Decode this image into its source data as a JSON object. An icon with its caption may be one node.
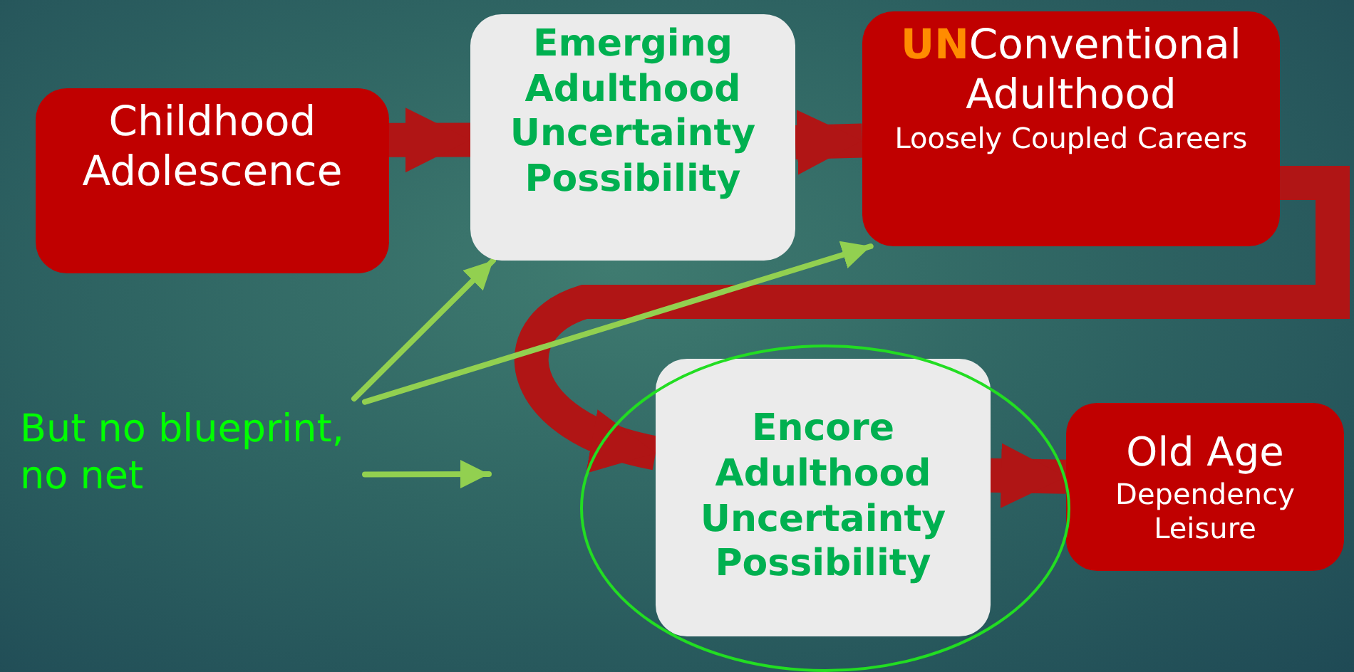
{
  "diagram": {
    "nodes": [
      {
        "text": [
          "Childhood Adolescence"
        ]
      },
      {
        "text": [
          "Emerging Adulthood Uncertainty Possibility"
        ]
      },
      {
        "text": [
          "**UN**Conventional Adulthood",
          "Loosely Coupled Careers"
        ]
      },
      {
        "text": [
          "Encore Adulthood Uncertainty Possibility"
        ]
      },
      {
        "text": [
          "Old Age",
          "Dependency Leisure"
        ]
      },
      {
        "text": [
          "But no blueprint, no net"
        ]
      }
    ],
    "edges": [
      {
        "from": 0,
        "to": 1,
        "arrow": "to"
      },
      {
        "from": 1,
        "to": 2,
        "arrow": "to"
      },
      {
        "from": 2,
        "to": 3,
        "arrow": "to"
      },
      {
        "from": 3,
        "to": 4,
        "arrow": "to"
      },
      {
        "from": 5,
        "to": 1,
        "arrow": "to",
        "color": "#92d050"
      },
      {
        "from": 5,
        "to": 2,
        "arrow": "to",
        "color": "#92d050"
      },
      {
        "from": 5,
        "to": null,
        "arrow": "to",
        "color": "#92d050"
      }
    ]
  }
}
